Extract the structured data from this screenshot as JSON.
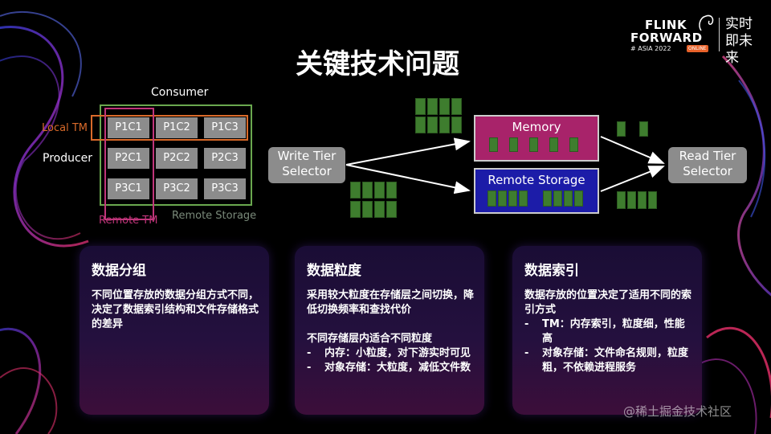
{
  "title": "关键技术问题",
  "logo": {
    "line1": "FLINK",
    "line2": "FORWARD",
    "asia": "# ASIA 2022",
    "online": "ONLINE",
    "slogan": "实时即未来"
  },
  "grid_diagram": {
    "consumer": "Consumer",
    "producer": "Producer",
    "local_tm": "Local TM",
    "remote_tm": "Remote TM",
    "remote_storage": "Remote Storage",
    "cells": [
      [
        "P1C1",
        "P1C2",
        "P1C3"
      ],
      [
        "P2C1",
        "P2C2",
        "P2C3"
      ],
      [
        "P3C1",
        "P3C2",
        "P3C3"
      ]
    ]
  },
  "flow_diagram": {
    "write_tier": "Write Tier Selector",
    "read_tier": "Read Tier Selector",
    "memory": "Memory",
    "remote_storage": "Remote Storage"
  },
  "cards": [
    {
      "title": "数据分组",
      "paragraphs": [
        "不同位置存放的数据分组方式不同，决定了数据索引结构和文件存储格式的差异"
      ],
      "bullets": []
    },
    {
      "title": "数据粒度",
      "paragraphs": [
        "采用较大粒度在存储层之间切换，降低切换频率和查找代价",
        "不同存储层内适合不同粒度"
      ],
      "bullets": [
        "内存：小粒度，对下游实时可见",
        "对象存储：大粒度，减低文件数"
      ]
    },
    {
      "title": "数据索引",
      "paragraphs": [
        "数据存放的位置决定了适用不同的索引方式"
      ],
      "bullets": [
        "TM：内存索引，粒度细，性能高",
        "对象存储：文件命名规则，粒度粗，不依赖进程服务"
      ]
    }
  ],
  "watermark": "@稀土掘金技术社区",
  "colors": {
    "memory": "#a8236a",
    "remote_storage": "#1c1ca8",
    "local_tm": "#d96a2a",
    "remote_tm": "#c0357a",
    "green_block": "#3e7d2e"
  }
}
